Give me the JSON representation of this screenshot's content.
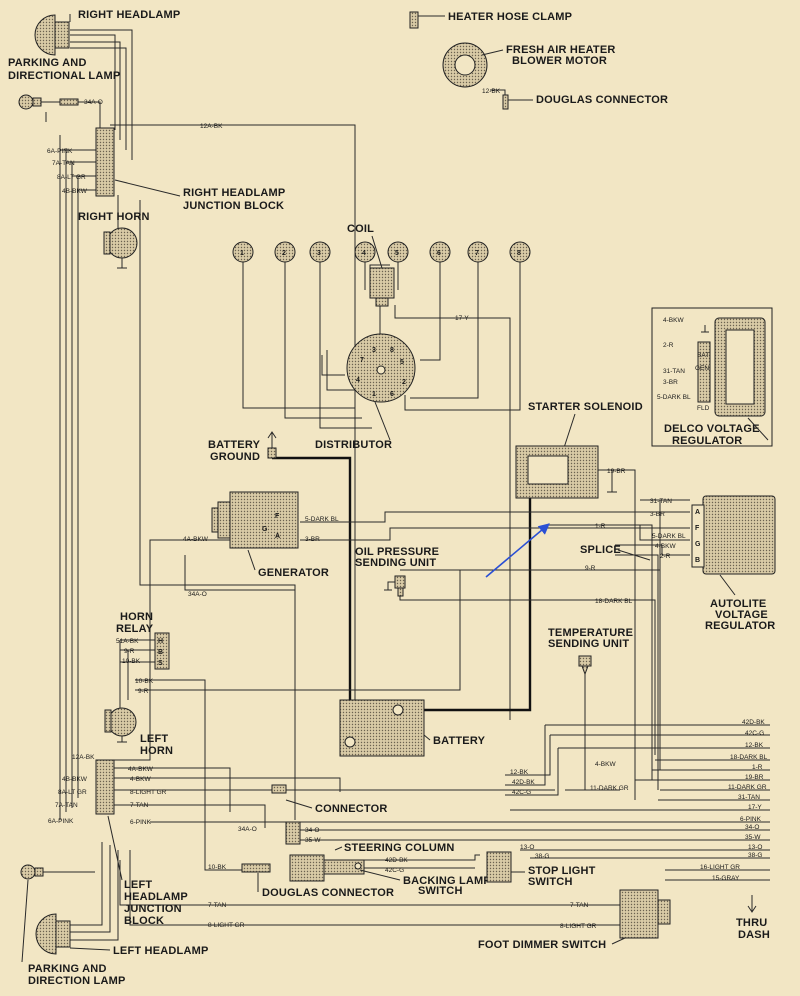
{
  "colors": {
    "paper": "#f2e6c4",
    "ink": "#1a1a1a",
    "arrow": "#2a4fd4"
  },
  "labels": {
    "right_headlamp": "RIGHT HEADLAMP",
    "parking_directional_1": "PARKING AND",
    "parking_directional_2": "DIRECTIONAL LAMP",
    "rh_junction_1": "RIGHT HEADLAMP",
    "rh_junction_2": "JUNCTION BLOCK",
    "right_horn": "RIGHT HORN",
    "heater_hose_clamp": "HEATER HOSE CLAMP",
    "fresh_air_1": "FRESH AIR HEATER",
    "fresh_air_2": "BLOWER MOTOR",
    "douglas_connector_top": "DOUGLAS CONNECTOR",
    "coil": "COIL",
    "distributor": "DISTRIBUTOR",
    "battery_ground_1": "BATTERY",
    "battery_ground_2": "GROUND",
    "generator": "GENERATOR",
    "oil_pressure_1": "OIL PRESSURE",
    "oil_pressure_2": "SENDING UNIT",
    "starter_solenoid": "STARTER SOLENOID",
    "delco_1": "DELCO VOLTAGE",
    "delco_2": "REGULATOR",
    "splice": "SPLICE",
    "autolite_1": "AUTOLITE",
    "autolite_2": "VOLTAGE",
    "autolite_3": "REGULATOR",
    "temp_1": "TEMPERATURE",
    "temp_2": "SENDING UNIT",
    "horn_relay_1": "HORN",
    "horn_relay_2": "RELAY",
    "left_horn_1": "LEFT",
    "left_horn_2": "HORN",
    "battery": "BATTERY",
    "connector": "CONNECTOR",
    "steering_column": "STEERING COLUMN",
    "douglas_connector_bottom": "DOUGLAS CONNECTOR",
    "backing_lamp_1": "BACKING LAMP",
    "backing_lamp_2": "SWITCH",
    "stop_light_1": "STOP LIGHT",
    "stop_light_2": "SWITCH",
    "lh_junction_1": "LEFT",
    "lh_junction_2": "HEADLAMP",
    "lh_junction_3": "JUNCTION",
    "lh_junction_4": "BLOCK",
    "left_headlamp": "LEFT HEADLAMP",
    "parking_direction_1": "PARKING AND",
    "parking_direction_2": "DIRECTION LAMP",
    "foot_dimmer": "FOOT DIMMER SWITCH",
    "thru_1": "THRU",
    "thru_2": "DASH"
  },
  "plugs": [
    "1",
    "2",
    "3",
    "4",
    "5",
    "6",
    "7",
    "8"
  ],
  "distributor_terminals": [
    "1",
    "2",
    "3",
    "4",
    "5",
    "6",
    "7",
    "8"
  ],
  "terminals": {
    "bat": "BAT",
    "gen": "GEN",
    "fld": "FLD",
    "a": "A",
    "f": "F",
    "g": "G",
    "relay_h": "H",
    "relay_b": "B",
    "relay_s": "S",
    "ar_a": "A",
    "ar_f": "F",
    "ar_g": "G",
    "ar_b": "B"
  },
  "wires": {
    "w34A_O_top": "34A-O",
    "w12A_BK_top": "12A-BK",
    "w12_BK": "12-BK",
    "w6A_PINK": "6A-PINK",
    "w7A_TAN": "7A-TAN",
    "w8A_LTGR": "8A-LT GR",
    "w4B_BKW": "4B-BKW",
    "w17_Y": "17-Y",
    "w4_BKW": "4-BKW",
    "w2_R": "2-R",
    "w31_TAN": "31-TAN",
    "w3_BR": "3-BR",
    "w5_DARKBL": "5-DARK BL",
    "w19_BR": "19-BR",
    "w1_R": "1-R",
    "w9_R": "9-R",
    "w18_DARKBL": "18-DARK BL",
    "w4A_BKW": "4A-BKW",
    "w34A_O_mid": "34A-O",
    "w51A_BK": "51A-BK",
    "w10_BK": "10-BK",
    "w12A_BK_left": "12A-BK",
    "w4B_BKW_b": "4B-BKW",
    "w4_BKW_b": "4-BKW",
    "w8_LIGHTGR": "8-LIGHT GR",
    "w7_TAN": "7-TAN",
    "w6_PINK": "6-PINK",
    "w34_O": "34-O",
    "w35_W": "35-W",
    "w42D_BK": "42D-BK",
    "w42C_G": "42C-G",
    "w11_DARKGR": "11-DARK GR",
    "w13_O": "13-O",
    "w38_G": "38-G",
    "w16_LIGHTGR": "16-LIGHT GR",
    "w15_GRAY": "15-GRAY"
  },
  "right_edge_wires": [
    "42D-BK",
    "42C-G",
    "12-BK",
    "18-DARK BL",
    "1-R",
    "19-BR",
    "11-DARK GR",
    "31-TAN",
    "17-Y",
    "6-PINK",
    "34-O",
    "35-W",
    "13-O",
    "38-G",
    "16-LIGHT GR",
    "15-GRAY"
  ]
}
